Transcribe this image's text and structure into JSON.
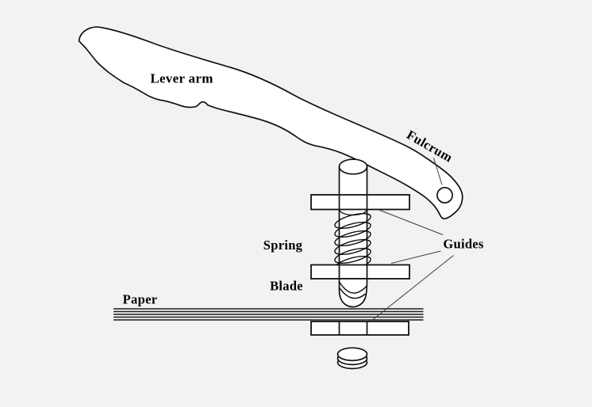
{
  "diagram": "hole-punch-mechanism",
  "colors": {
    "background": "#f2f2f2",
    "shape_fill": "#ffffff",
    "ink": "#111111",
    "leader_line": "#3d3d3d"
  },
  "labels": {
    "lever_arm": "Lever arm",
    "fulcrum": "Fulcrum",
    "spring": "Spring",
    "blade": "Blade",
    "paper": "Paper",
    "guides": "Guides"
  }
}
